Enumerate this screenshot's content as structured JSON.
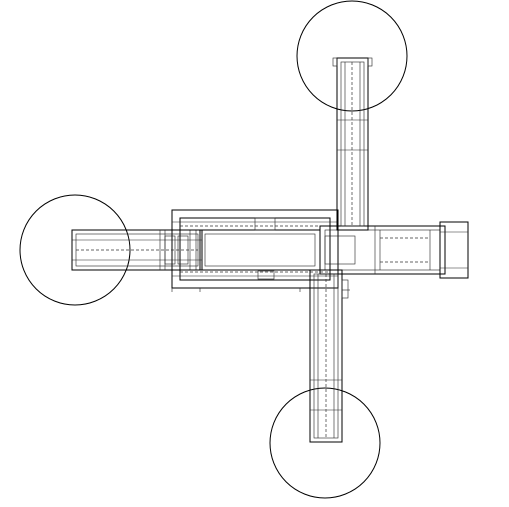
{
  "drawing": {
    "view": "plan view",
    "line_color": "#000000",
    "background": "#ffffff",
    "swing_circles": 3,
    "conveyor_arms": [
      "north",
      "west",
      "south",
      "east"
    ]
  }
}
